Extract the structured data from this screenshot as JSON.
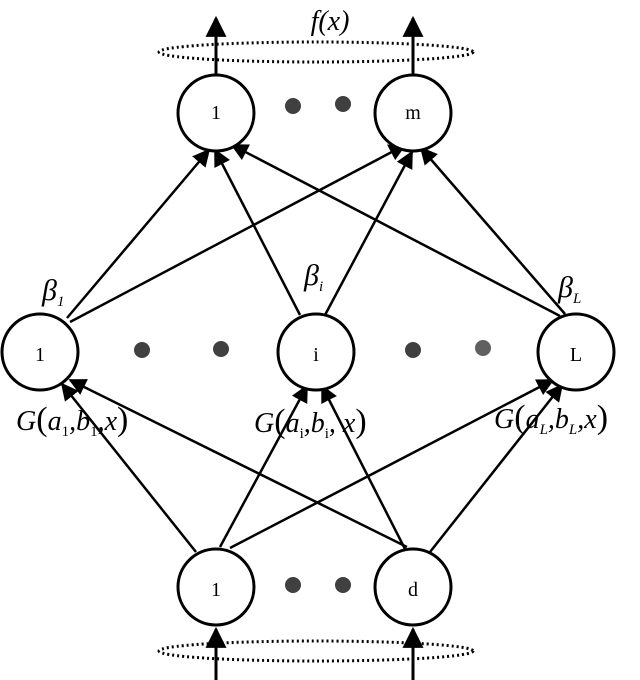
{
  "output": {
    "label": "f(x)",
    "nodes": [
      {
        "id": "o1",
        "label": "1"
      },
      {
        "id": "om",
        "label": "m"
      }
    ]
  },
  "hidden": {
    "nodes": [
      {
        "id": "h1",
        "label": "1",
        "beta": "β",
        "beta_sub": "1",
        "activation": {
          "G": "G",
          "a": "a",
          "sub": "1",
          "b": "b",
          "x": "x"
        }
      },
      {
        "id": "hi",
        "label": "i",
        "beta": "β",
        "beta_sub": "i",
        "activation": {
          "G": "G",
          "a": "a",
          "sub": "i",
          "b": "b",
          "x": "x"
        }
      },
      {
        "id": "hL",
        "label": "L",
        "beta": "β",
        "beta_sub": "L",
        "activation": {
          "G": "G",
          "a": "a",
          "sub": "L",
          "b": "b",
          "x": "x"
        }
      }
    ]
  },
  "input": {
    "nodes": [
      {
        "id": "i1",
        "label": "1"
      },
      {
        "id": "id",
        "label": "d"
      }
    ]
  },
  "colors": {
    "stroke": "#000000",
    "dot": "#404040",
    "dot_light": "#606060"
  }
}
